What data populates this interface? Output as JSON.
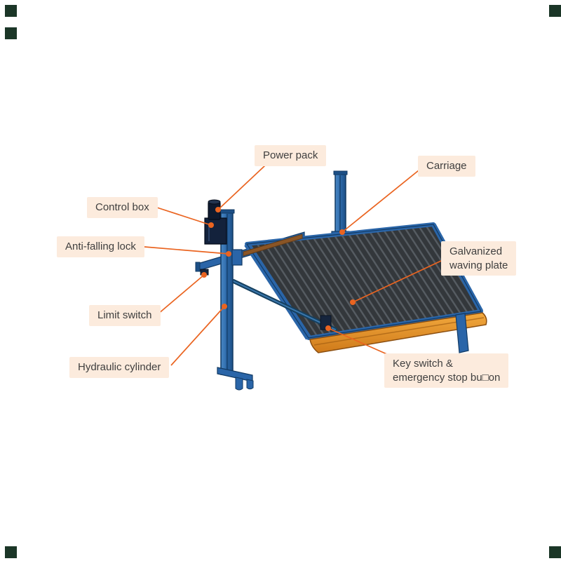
{
  "labels": {
    "power_pack": "Power pack",
    "carriage": "Carriage",
    "control_box": "Control box",
    "anti_falling_lock": "Anti-falling lock",
    "galvanized_waving_plate_line1": "Galvanized",
    "galvanized_waving_plate_line2": "waving plate",
    "limit_switch": "Limit switch",
    "hydraulic_cylinder": "Hydraulic cylinder",
    "key_switch_line1": "Key switch &",
    "key_switch_line2": "emergency stop bu□on"
  },
  "colors": {
    "background": "#ffffff",
    "label_background": "#fcebdd",
    "label_text": "#3f3f3f",
    "leader_line": "#ea6420",
    "structure_blue": "#2a65a8",
    "structure_blue_dark": "#123a63",
    "deck_gray": "#33373b",
    "deck_stripe": "#565c62",
    "ramp_orange": "#e08c26",
    "rail_brown": "#8a5526",
    "power_pack_navy": "#13223c",
    "corner_marker": "#1b3627"
  }
}
